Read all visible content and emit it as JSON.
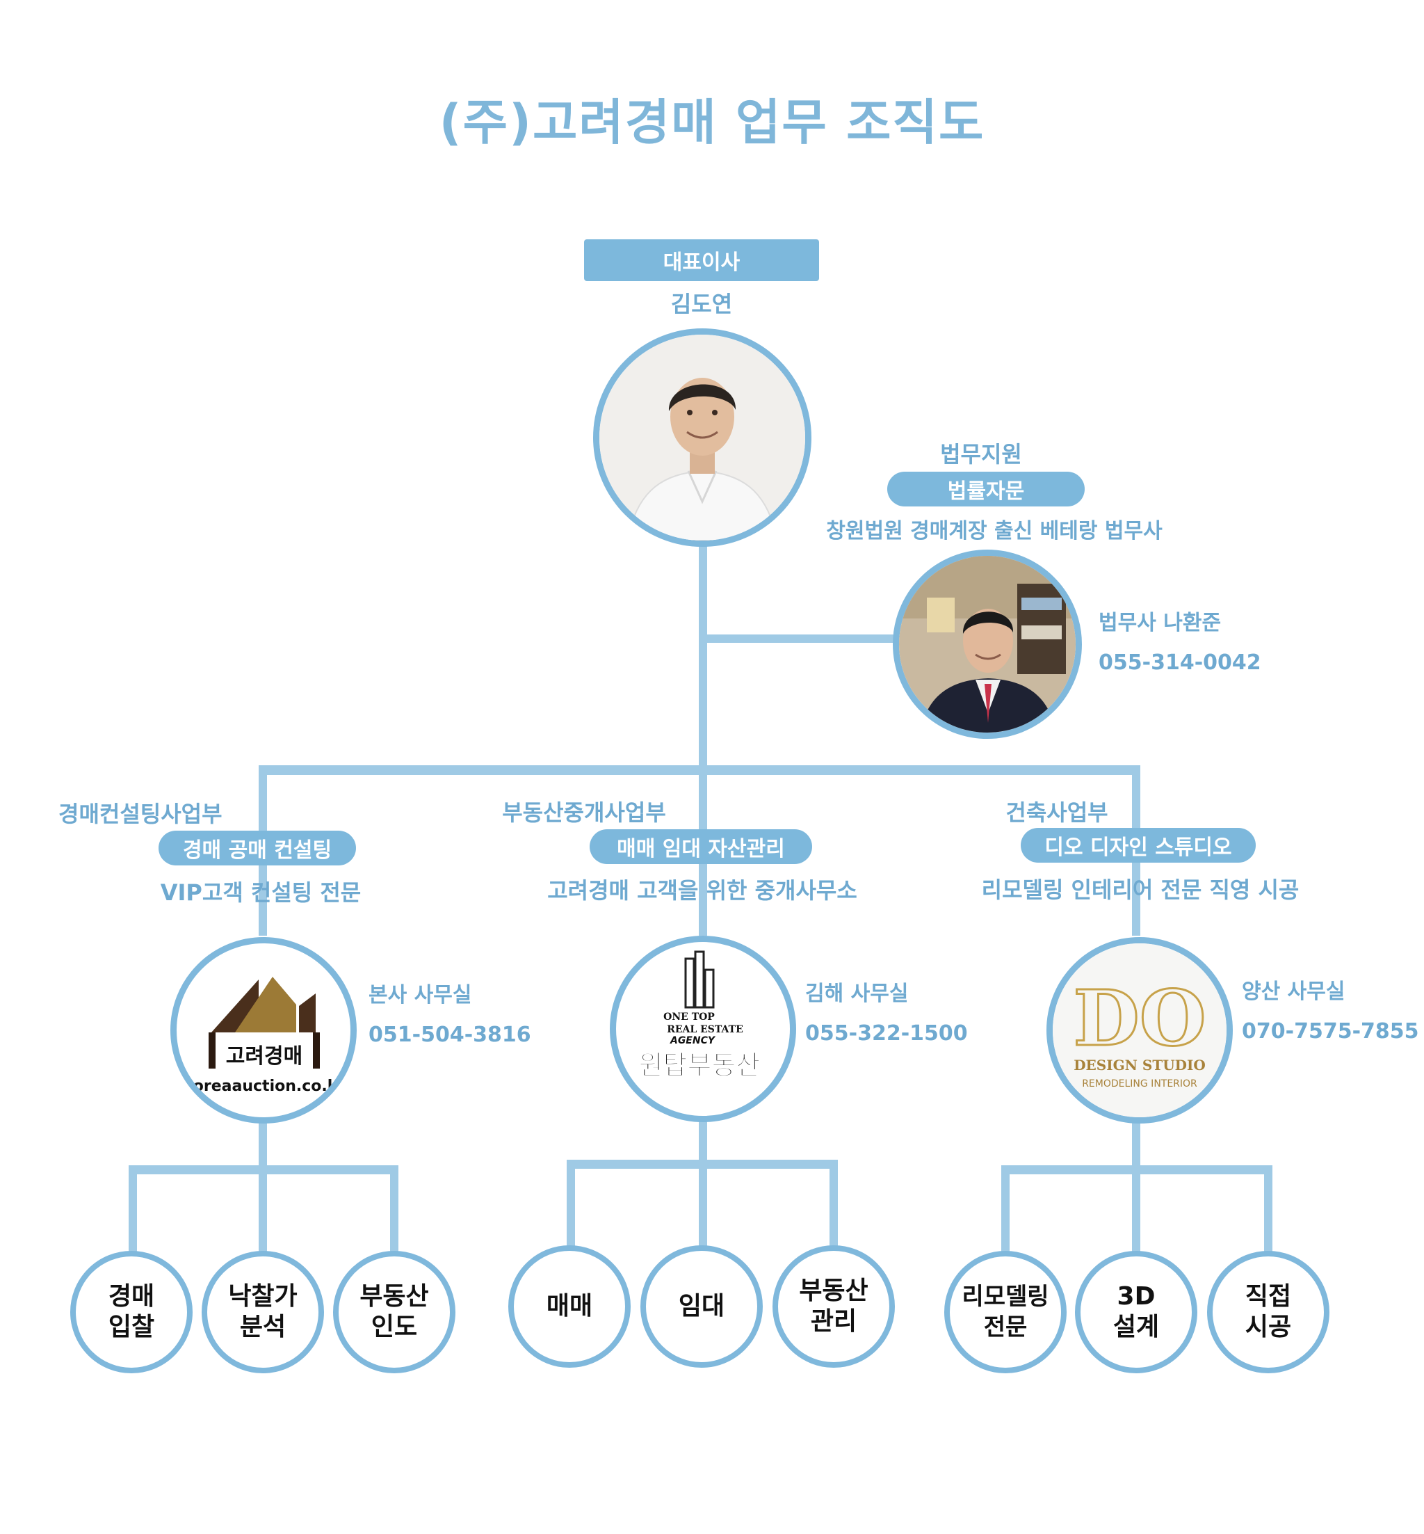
{
  "title": "(주)고려경매 업무 조직도",
  "ceo": {
    "role": "대표이사",
    "name": "김도연"
  },
  "legal": {
    "dept": "법무지원",
    "pill": "법률자문",
    "desc": "창원법원 경매계장 출신 베테랑 법무사",
    "person": "법무사 나환준",
    "phone": "055-314-0042"
  },
  "branches": [
    {
      "dept": "경매컨설팅사업부",
      "pill": "경매 공매 컨설팅",
      "desc": "VIP고객 컨설팅 전문",
      "office": "본사 사무실",
      "phone": "051-504-3816",
      "logo": {
        "name": "고려경매",
        "url": "koreaauction.co.kr"
      },
      "services": [
        [
          "경매",
          "입찰"
        ],
        [
          "낙찰가",
          "분석"
        ],
        [
          "부동산",
          "인도"
        ]
      ]
    },
    {
      "dept": "부동산중개사업부",
      "pill": "매매 임대 자산관리",
      "desc": "고려경매 고객을 위한 중개사무소",
      "office": "김해 사무실",
      "phone": "055-322-1500",
      "logo": {
        "line1": "ONE TOP",
        "line2": "REAL ESTATE",
        "line3": "AGENCY",
        "name": "원탑부동산"
      },
      "services": [
        [
          "매매"
        ],
        [
          "임대"
        ],
        [
          "부동산",
          "관리"
        ]
      ]
    },
    {
      "dept": "건축사업부",
      "pill": "디오 디자인 스튜디오",
      "desc": "리모델링 인테리어 전문 직영 시공",
      "office": "양산 사무실",
      "phone": "070-7575-7855",
      "logo": {
        "mark": "DO",
        "line1": "DESIGN STUDIO",
        "line2": "REMODELING INTERIOR"
      },
      "services": [
        [
          "리모델링",
          "전문"
        ],
        [
          "3D",
          "설계"
        ],
        [
          "직접",
          "시공"
        ]
      ]
    }
  ],
  "colors": {
    "accent": "#7fb6d9",
    "line": "#9fcae5",
    "pill": "#7db8dc",
    "logo_gold": "#c7a24a"
  }
}
